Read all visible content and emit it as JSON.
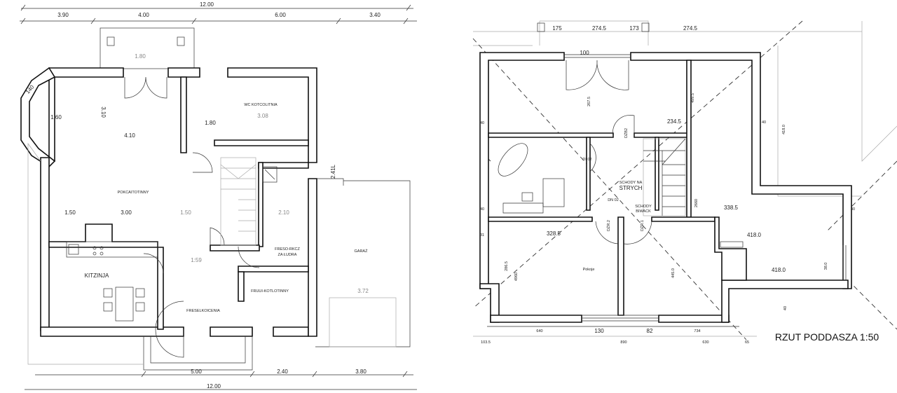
{
  "ground_floor": {
    "labels": [
      "12.00",
      "3.90",
      "4.00",
      "6.00",
      "3.40",
      "1.80",
      "140",
      "1.60",
      "3.10",
      "4.10",
      "1.80",
      "WC KOTCOLITNIA",
      "3.08",
      "POKCAITOTINNY",
      "1.50",
      "3.00",
      "1.50",
      "2.10",
      "2.41L",
      "KITZINJA",
      "1:59",
      "FRESO-RKCZ",
      "ZA ŁUDRA",
      "GARAŻ",
      "FRUUI-KOTLOTINNY",
      "3.72",
      "FRESELKOICENIA",
      "5.00",
      "2.40",
      "3.80",
      "12.00"
    ]
  },
  "attic": {
    "labels": [
      "175",
      "274.5",
      "173",
      "274.5",
      "100",
      "267.5",
      "499.5",
      "234.5",
      "40",
      "40",
      "418.0",
      "DŹB2",
      "DI 02",
      "SCHODY NA",
      "STRYCH",
      "DN 02",
      "SCHODY",
      "BIWACK",
      "2660",
      "40",
      "338.5",
      "40",
      "31",
      "328.5",
      "DŹR.2",
      "DŹR.1",
      "418.0",
      "418.0",
      "38.0",
      "286.5",
      "4960",
      "Pokoje",
      "445.0",
      "40",
      "640",
      "130",
      "82",
      "734",
      "103.5",
      "890",
      "630",
      "65"
    ],
    "title": "RZUT PODDASZA 1:50"
  }
}
